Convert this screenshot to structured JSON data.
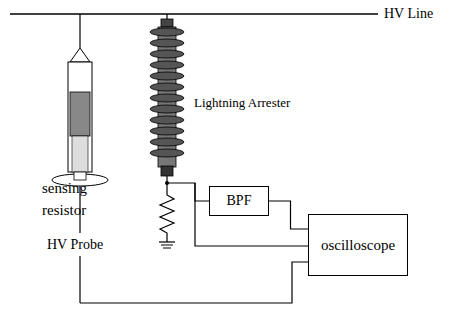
{
  "diagram": {
    "nodes": [
      {
        "text": [
          "BPF"
        ]
      },
      {
        "text": [
          "oscilloscope"
        ]
      }
    ],
    "edges": [
      {
        "from": 0,
        "to": 1,
        "arrow": "none"
      }
    ],
    "labels": [
      "HV Line",
      "Lightning Arrester",
      "HV Probe",
      "sensing resistor"
    ]
  }
}
